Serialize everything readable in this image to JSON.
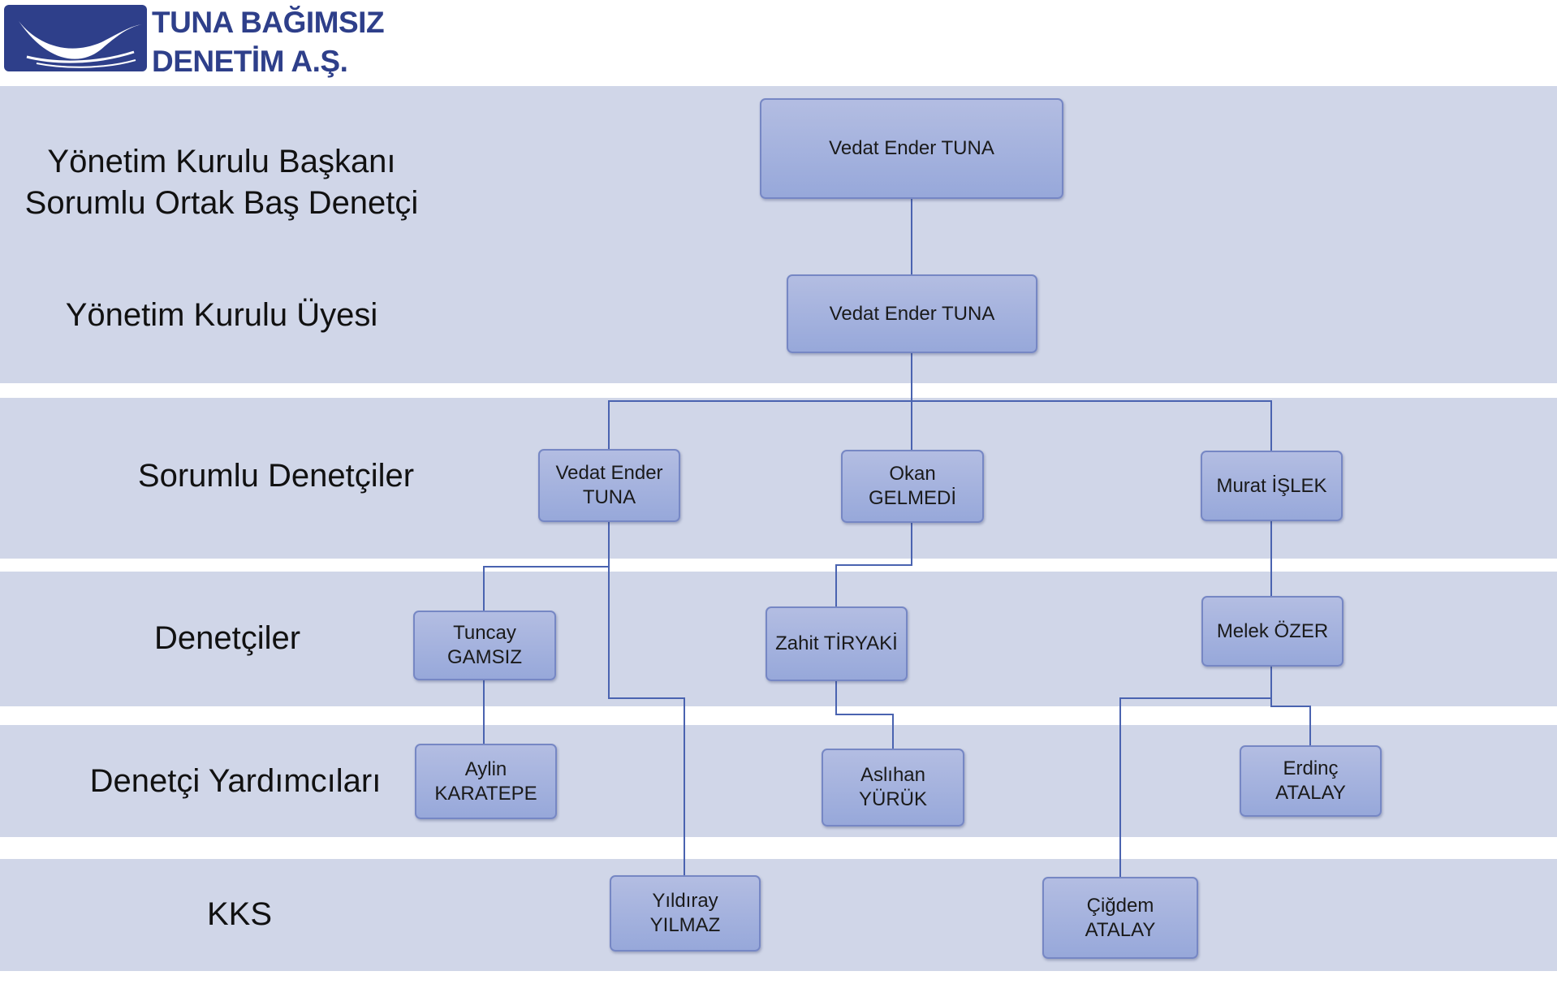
{
  "logo": {
    "line1": "TUNA BAĞIMSIZ",
    "line2": "DENETİM A.Ş.",
    "brand_color": "#2e3f8a"
  },
  "lanes": [
    {
      "label": "Yönetim Kurulu Başkanı\nSorumlu Ortak Baş Denetçi"
    },
    {
      "label": "Yönetim Kurulu Üyesi"
    },
    {
      "label": "Sorumlu Denetçiler"
    },
    {
      "label": "Denetçiler"
    },
    {
      "label": "Denetçi Yardımcıları"
    },
    {
      "label": "KKS"
    }
  ],
  "nodes": {
    "chairman": "Vedat Ender TUNA",
    "board_member": "Vedat Ender TUNA",
    "auditor_vedat": "Vedat Ender\nTUNA",
    "auditor_okan": "Okan\nGELMEDİ",
    "auditor_murat": "Murat İŞLEK",
    "tuncay": "Tuncay\nGAMSIZ",
    "zahit": "Zahit TİRYAKİ",
    "melek": "Melek ÖZER",
    "aylin": "Aylin\nKARATEPE",
    "aslihan": "Aslıhan\nYÜRÜK",
    "erdinc": "Erdinç\nATALAY",
    "yildiray": "Yıldıray\nYILMAZ",
    "cigdem": "Çiğdem\nATALAY"
  },
  "colors": {
    "band": "#d0d6e8",
    "node_fill": "#9fb0dd",
    "node_border": "#7687c4",
    "connector": "#4a63b0"
  }
}
